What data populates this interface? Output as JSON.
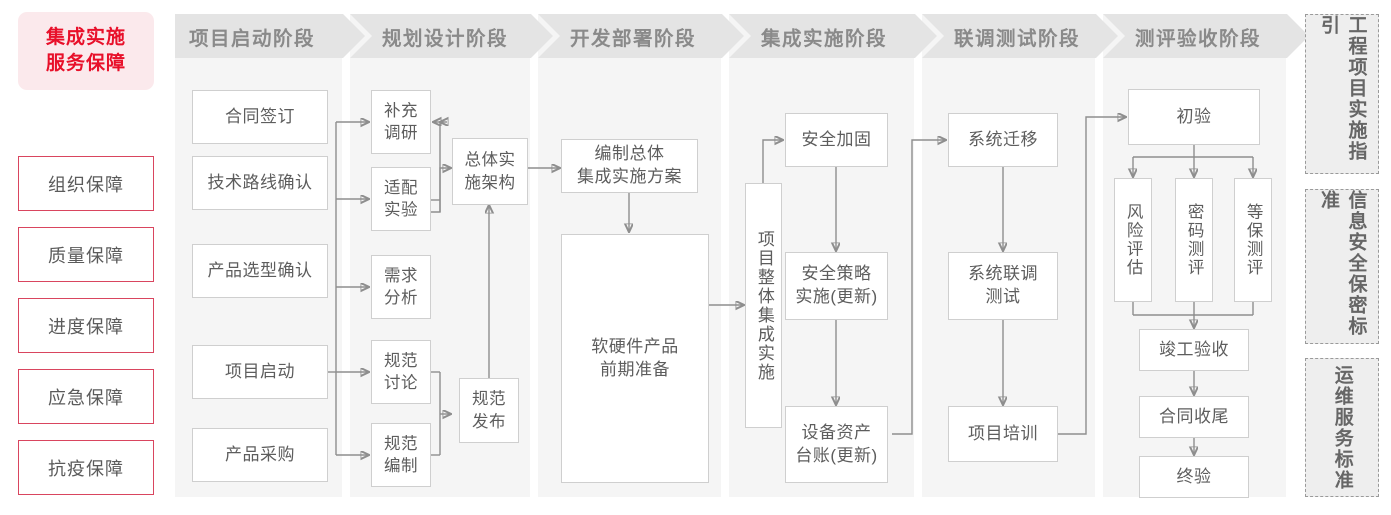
{
  "colors": {
    "accent_red": "#e8102a",
    "guarantee_border": "#d9455f",
    "guarantee_bg": "#fbe9ec",
    "panel_bg": "#f5f5f5",
    "header_bg": "#e4e4e4",
    "header_text": "#8a8a8a",
    "node_border": "#cfcfcf",
    "node_text": "#5d5d5d",
    "wire": "#8e8e8e",
    "rail_bg": "#eeeeee",
    "rail_border": "#9a9a9a"
  },
  "guarantee": {
    "title": "集成实施服务保障",
    "title_line1": "集成实施",
    "title_line2": "服务保障",
    "items": [
      {
        "label": "组织保障"
      },
      {
        "label": "质量保障"
      },
      {
        "label": "进度保障"
      },
      {
        "label": "应急保障"
      },
      {
        "label": "抗疫保障"
      }
    ]
  },
  "phases": [
    {
      "id": "phase-1",
      "header": "项目启动阶段",
      "nodes": [
        {
          "id": "n-contract-sign",
          "label": "合同签订"
        },
        {
          "id": "n-tech-route",
          "label": "技术路线确认"
        },
        {
          "id": "n-product-select",
          "label": "产品选型确认"
        },
        {
          "id": "n-project-kickoff",
          "label": "项目启动"
        },
        {
          "id": "n-product-purchase",
          "label": "产品采购"
        }
      ]
    },
    {
      "id": "phase-2",
      "header": "规划设计阶段",
      "nodes": [
        {
          "id": "n-supp-research",
          "label": "补充\n调研",
          "line1": "补充",
          "line2": "调研"
        },
        {
          "id": "n-adapt-test",
          "label": "适配\n实验",
          "line1": "适配",
          "line2": "实验"
        },
        {
          "id": "n-req-analysis",
          "label": "需求\n分析",
          "line1": "需求",
          "line2": "分析"
        },
        {
          "id": "n-spec-discuss",
          "label": "规范\n讨论",
          "line1": "规范",
          "line2": "讨论"
        },
        {
          "id": "n-spec-draft",
          "label": "规范\n编制",
          "line1": "规范",
          "line2": "编制"
        },
        {
          "id": "n-overall-arch",
          "label": "总体实\n施架构",
          "line1": "总体实",
          "line2": "施架构"
        },
        {
          "id": "n-spec-release",
          "label": "规范\n发布",
          "line1": "规范",
          "line2": "发布"
        }
      ]
    },
    {
      "id": "phase-3",
      "header": "开发部署阶段",
      "nodes": [
        {
          "id": "n-overall-plan",
          "label": "编制总体\n集成实施方案",
          "line1": "编制总体",
          "line2": "集成实施方案"
        },
        {
          "id": "n-hw-sw-prep",
          "label": "软硬件产品\n前期准备",
          "line1": "软硬件产品",
          "line2": "前期准备"
        }
      ]
    },
    {
      "id": "phase-4",
      "header": "集成实施阶段",
      "nodes": [
        {
          "id": "n-overall-integration",
          "label": "项目整体集成实施"
        },
        {
          "id": "n-security-harden",
          "label": "安全加固"
        },
        {
          "id": "n-security-policy",
          "label": "安全策略\n实施(更新)",
          "line1": "安全策略",
          "line2": "实施(更新)"
        },
        {
          "id": "n-asset-ledger",
          "label": "设备资产\n台账(更新)",
          "line1": "设备资产",
          "line2": "台账(更新)"
        }
      ]
    },
    {
      "id": "phase-5",
      "header": "联调测试阶段",
      "nodes": [
        {
          "id": "n-sys-migration",
          "label": "系统迁移"
        },
        {
          "id": "n-sys-joint-test",
          "label": "系统联调\n测试",
          "line1": "系统联调",
          "line2": "测试"
        },
        {
          "id": "n-project-train",
          "label": "项目培训"
        }
      ]
    },
    {
      "id": "phase-6",
      "header": "测评验收阶段",
      "nodes": [
        {
          "id": "n-first-accept",
          "label": "初验"
        },
        {
          "id": "n-risk-assess",
          "label": "风险评估"
        },
        {
          "id": "n-crypto-eval",
          "label": "密码测评"
        },
        {
          "id": "n-grade-eval",
          "label": "等保测评"
        },
        {
          "id": "n-final-inspect",
          "label": "竣工验收"
        },
        {
          "id": "n-contract-close",
          "label": "合同收尾"
        },
        {
          "id": "n-final-accept",
          "label": "终验"
        }
      ]
    }
  ],
  "standards_rail": [
    {
      "id": "rail-engineering",
      "label": "工程项目实施指引"
    },
    {
      "id": "rail-security",
      "label": "信息安全保密标准"
    },
    {
      "id": "rail-ops",
      "label": "运维服务标准"
    }
  ]
}
